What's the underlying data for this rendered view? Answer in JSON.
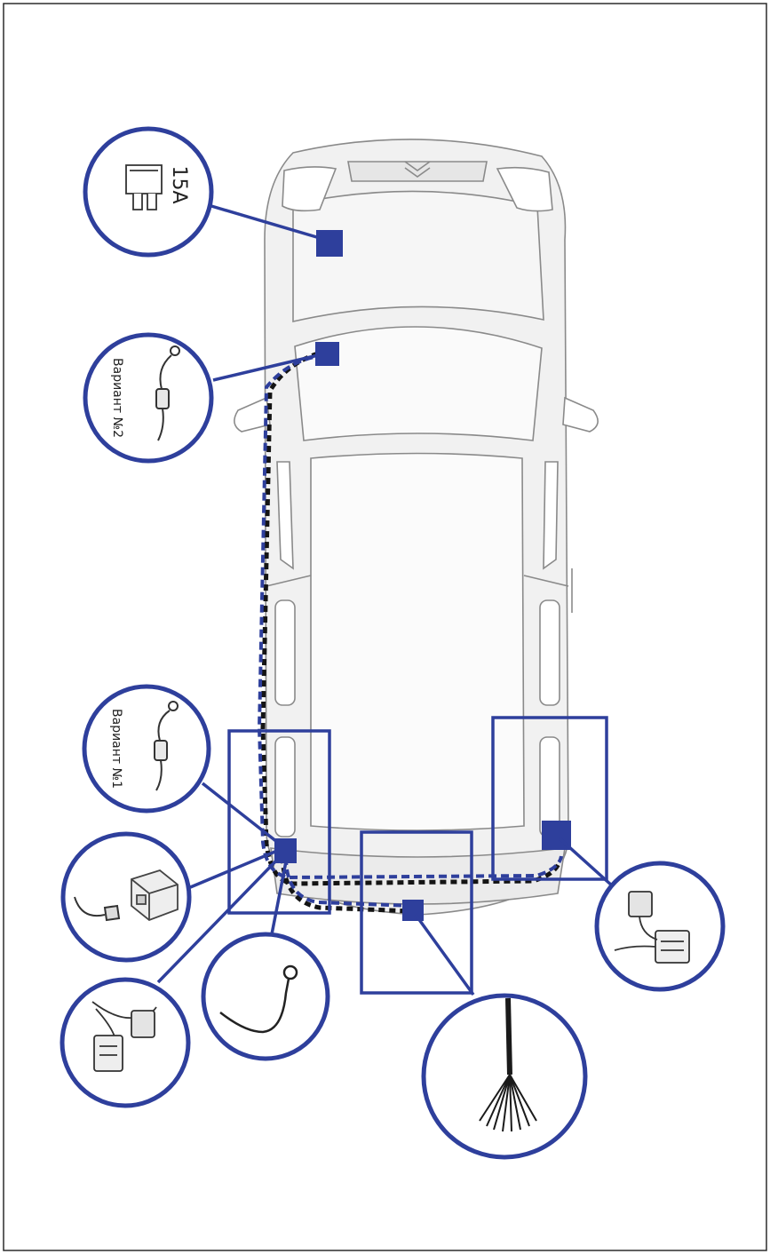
{
  "colors": {
    "frame": "#2b2b2b",
    "accent": "#2e3f9c",
    "wire_black": "#141414",
    "car_outline": "#8a8a8a",
    "car_fill": "#f1f1f1"
  },
  "callouts": {
    "fuse": {
      "icon": "fuse-icon",
      "label": "15A"
    },
    "ground_variant_2": {
      "icon": "ground-wire-icon",
      "label": "Вариант №2"
    },
    "ground_variant_1": {
      "icon": "ground-wire-icon",
      "label": "Вариант №1"
    },
    "module": {
      "icon": "module-box-icon"
    },
    "connector_left": {
      "icon": "connector-icon"
    },
    "ring_terminal": {
      "icon": "ring-terminal-icon"
    },
    "wire_bundle": {
      "icon": "wire-bundle-icon"
    },
    "connector_right": {
      "icon": "connector-icon"
    }
  }
}
